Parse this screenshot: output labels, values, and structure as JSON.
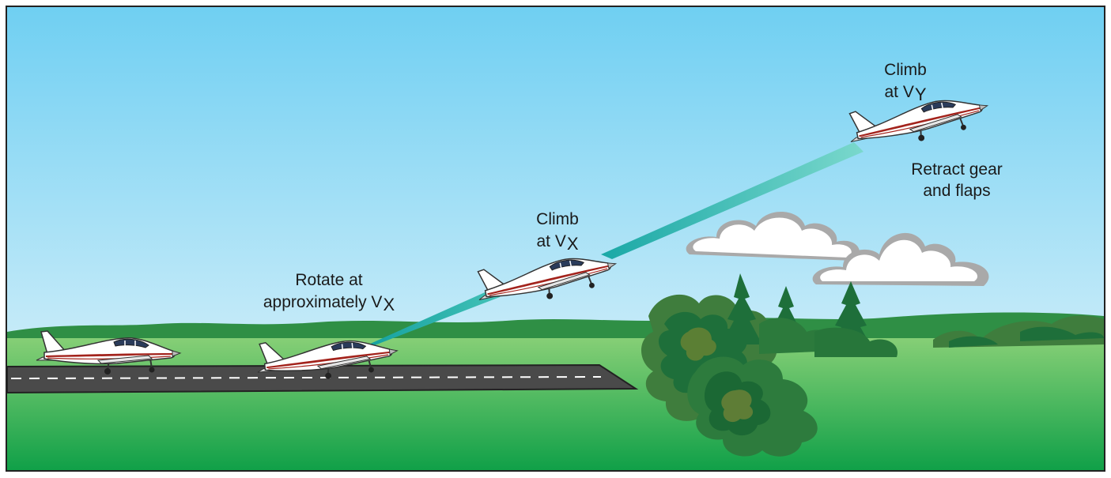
{
  "labels": {
    "rotate": {
      "line1": "Rotate at",
      "line2": "approximately V",
      "subscript": "X"
    },
    "climb_vx": {
      "line1": "Climb",
      "line2": "at V",
      "subscript": "X"
    },
    "climb_vy": {
      "line1": "Climb",
      "line2": "at V",
      "subscript": "Y"
    },
    "retract": {
      "line1": "Retract gear",
      "line2": "and flaps"
    }
  },
  "colors": {
    "sky_top": "#6fcff2",
    "sky_bottom": "#e8f6fb",
    "ground_top": "#7cc96e",
    "ground_bottom": "#1fa04a",
    "runway": "#4a4a4a",
    "flight_path_start": "#17a3a3",
    "flight_path_end": "#6fd3c8",
    "aircraft_stripe": "#a3231c",
    "tree_dark": "#1e6f3a",
    "tree_mid": "#3f7d3d"
  },
  "icons": [
    "airplane-icon",
    "cloud-icon",
    "tree-icon"
  ]
}
